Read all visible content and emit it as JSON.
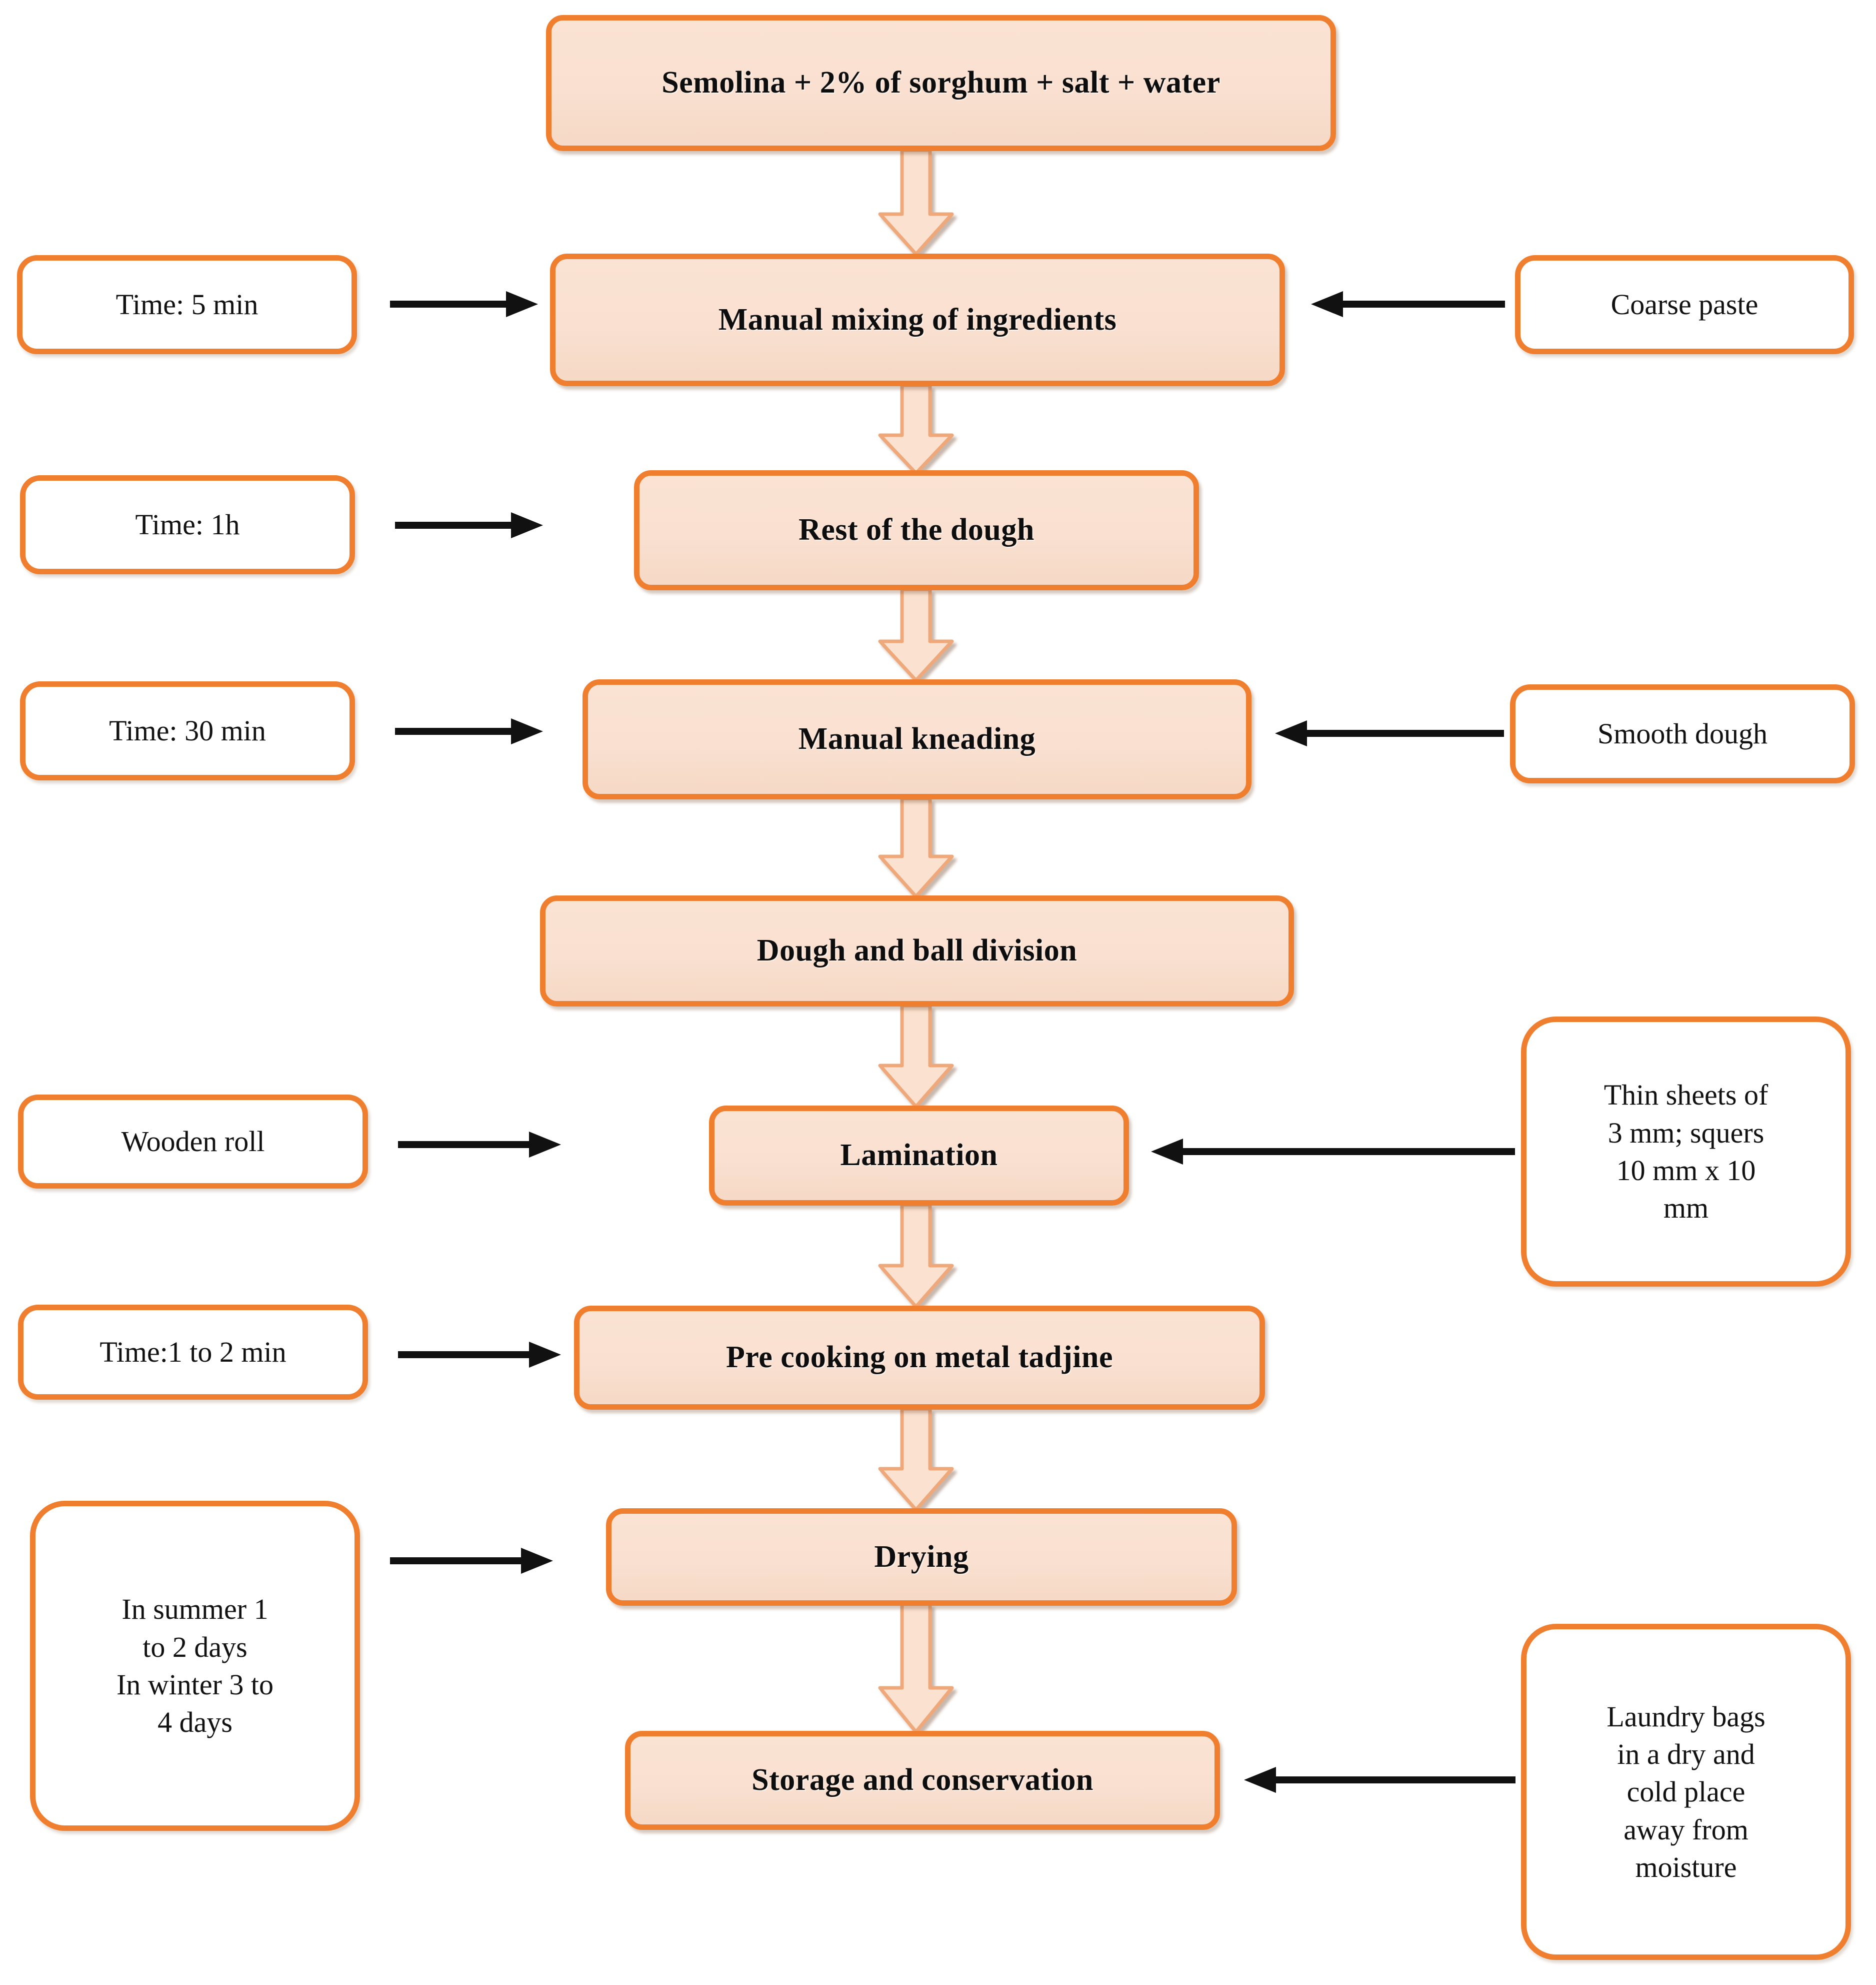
{
  "diagram": {
    "title": "Traditional couscous/pasta processing flow diagram",
    "colors": {
      "box_border": "#ef7f2e",
      "process_fill": "#f9e0d0",
      "note_fill": "#ffffff",
      "block_arrow_fill": "#fbe2d1",
      "block_arrow_stroke": "#f0a876",
      "thin_arrow": "#111111",
      "text": "#0d0d0d",
      "background": "#ffffff"
    }
  },
  "process_steps": [
    {
      "id": "ingredients",
      "label": "Semolina + 2% of sorghum + salt + water"
    },
    {
      "id": "mixing",
      "label": "Manual mixing of ingredients"
    },
    {
      "id": "rest",
      "label": "Rest of the dough"
    },
    {
      "id": "kneading",
      "label": "Manual kneading"
    },
    {
      "id": "division",
      "label": "Dough and ball division"
    },
    {
      "id": "lamination",
      "label": "Lamination"
    },
    {
      "id": "precooking",
      "label": "Pre cooking on metal tadjine"
    },
    {
      "id": "drying",
      "label": "Drying"
    },
    {
      "id": "storage",
      "label": "Storage and conservation"
    }
  ],
  "left_notes": [
    {
      "id": "time-mixing",
      "target": "mixing",
      "label": "Time: 5 min"
    },
    {
      "id": "time-rest",
      "target": "rest",
      "label": "Time: 1h"
    },
    {
      "id": "time-kneading",
      "target": "kneading",
      "label": "Time: 30 min"
    },
    {
      "id": "tool-lamination",
      "target": "lamination",
      "label": "Wooden roll"
    },
    {
      "id": "time-precooking",
      "target": "precooking",
      "label": "Time:1 to 2 min"
    },
    {
      "id": "time-drying",
      "target": "drying",
      "label": "In summer 1\nto 2 days\nIn winter 3 to\n4 days"
    }
  ],
  "right_notes": [
    {
      "id": "out-mixing",
      "target": "mixing",
      "label": "Coarse paste"
    },
    {
      "id": "out-kneading",
      "target": "kneading",
      "label": "Smooth dough"
    },
    {
      "id": "out-lamination",
      "target": "lamination",
      "label": "Thin sheets of\n3 mm; squers\n10 mm x 10\nmm"
    },
    {
      "id": "out-storage",
      "target": "storage",
      "label": "Laundry bags\nin a dry and\ncold place\naway from\nmoisture"
    }
  ],
  "flow_connections": [
    {
      "from": "ingredients",
      "to": "mixing",
      "style": "block-arrow-down"
    },
    {
      "from": "mixing",
      "to": "rest",
      "style": "block-arrow-down"
    },
    {
      "from": "rest",
      "to": "kneading",
      "style": "block-arrow-down"
    },
    {
      "from": "kneading",
      "to": "division",
      "style": "block-arrow-down"
    },
    {
      "from": "division",
      "to": "lamination",
      "style": "block-arrow-down"
    },
    {
      "from": "lamination",
      "to": "precooking",
      "style": "block-arrow-down"
    },
    {
      "from": "precooking",
      "to": "drying",
      "style": "block-arrow-down"
    },
    {
      "from": "drying",
      "to": "storage",
      "style": "block-arrow-down"
    }
  ]
}
